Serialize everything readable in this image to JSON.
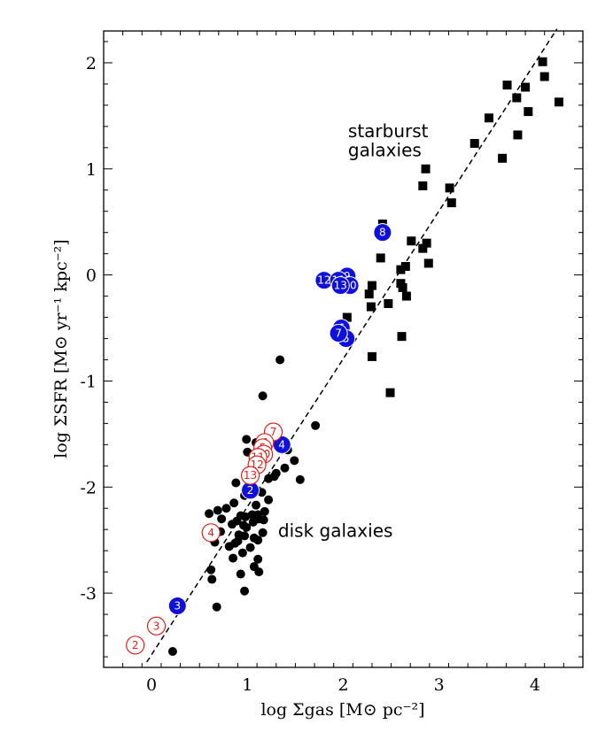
{
  "chart_data": {
    "type": "scatter",
    "title": "",
    "xlabel": "log Σgas [M⊙ pc⁻²]",
    "ylabel": "log ΣSFR [M⊙ yr⁻¹ kpc⁻²]",
    "xlim": [
      -0.5,
      4.5
    ],
    "ylim": [
      -3.7,
      2.3
    ],
    "x_ticks": [
      0,
      1,
      2,
      3,
      4
    ],
    "y_ticks": [
      -3,
      -2,
      -1,
      0,
      1,
      2
    ],
    "x_tick_labels": [
      "0",
      "1",
      "2",
      "3",
      "4"
    ],
    "y_tick_labels": [
      "-3",
      "-2",
      "-1",
      "0",
      "1",
      "2"
    ],
    "grid": false,
    "annotations": [
      {
        "text": "starburst",
        "x": 2.05,
        "y": 1.3
      },
      {
        "text": "galaxies",
        "x": 2.05,
        "y": 1.12
      },
      {
        "text": "disk galaxies",
        "x": 1.32,
        "y": -2.47
      }
    ],
    "fit_line": {
      "style": "dashed",
      "x": [
        -0.05,
        4.23
      ],
      "y": [
        -3.65,
        2.32
      ]
    },
    "series": [
      {
        "marker": "filled-square",
        "color": "#000000",
        "points": [
          [
            4.08,
            2.01
          ],
          [
            4.1,
            1.87
          ],
          [
            4.25,
            1.63
          ],
          [
            3.71,
            1.79
          ],
          [
            3.9,
            1.77
          ],
          [
            3.81,
            1.67
          ],
          [
            3.93,
            1.54
          ],
          [
            3.52,
            1.48
          ],
          [
            3.82,
            1.32
          ],
          [
            3.37,
            1.24
          ],
          [
            3.66,
            1.1
          ],
          [
            2.86,
            1.0
          ],
          [
            2.83,
            0.84
          ],
          [
            3.11,
            0.82
          ],
          [
            3.13,
            0.68
          ],
          [
            2.41,
            0.48
          ],
          [
            2.71,
            0.32
          ],
          [
            2.87,
            0.3
          ],
          [
            2.83,
            0.25
          ],
          [
            2.39,
            0.16
          ],
          [
            2.89,
            0.11
          ],
          [
            2.65,
            0.08
          ],
          [
            2.6,
            0.05
          ],
          [
            2.3,
            -0.1
          ],
          [
            2.6,
            -0.08
          ],
          [
            2.27,
            -0.18
          ],
          [
            2.62,
            -0.12
          ],
          [
            2.66,
            -0.2
          ],
          [
            2.47,
            -0.27
          ],
          [
            2.29,
            -0.3
          ],
          [
            2.04,
            -0.4
          ],
          [
            2.61,
            -0.58
          ],
          [
            2.3,
            -0.77
          ],
          [
            2.49,
            -1.11
          ]
        ]
      },
      {
        "marker": "filled-circle",
        "color": "#000000",
        "points": [
          [
            1.34,
            -0.8
          ],
          [
            1.16,
            -1.14
          ],
          [
            1.71,
            -1.42
          ],
          [
            0.99,
            -1.55
          ],
          [
            1.09,
            -1.58
          ],
          [
            1.42,
            -1.65
          ],
          [
            1.0,
            -1.67
          ],
          [
            1.49,
            -1.75
          ],
          [
            1.39,
            -1.82
          ],
          [
            1.3,
            -1.87
          ],
          [
            1.28,
            -1.9
          ],
          [
            1.22,
            -1.92
          ],
          [
            1.55,
            -1.93
          ],
          [
            0.88,
            -1.96
          ],
          [
            1.05,
            -1.99
          ],
          [
            1.15,
            -2.05
          ],
          [
            0.97,
            -2.08
          ],
          [
            1.22,
            -2.12
          ],
          [
            0.86,
            -2.15
          ],
          [
            1.09,
            -2.17
          ],
          [
            0.78,
            -2.2
          ],
          [
            0.69,
            -2.22
          ],
          [
            1.18,
            -2.23
          ],
          [
            0.6,
            -2.25
          ],
          [
            1.05,
            -2.26
          ],
          [
            1.11,
            -2.26
          ],
          [
            0.93,
            -2.27
          ],
          [
            0.98,
            -2.28
          ],
          [
            1.12,
            -2.3
          ],
          [
            0.73,
            -2.3
          ],
          [
            1.17,
            -2.31
          ],
          [
            0.89,
            -2.32
          ],
          [
            1.06,
            -2.33
          ],
          [
            0.84,
            -2.35
          ],
          [
            0.96,
            -2.36
          ],
          [
            0.99,
            -2.38
          ],
          [
            0.72,
            -2.42
          ],
          [
            1.16,
            -2.43
          ],
          [
            0.91,
            -2.45
          ],
          [
            0.97,
            -2.46
          ],
          [
            1.07,
            -2.48
          ],
          [
            0.64,
            -2.49
          ],
          [
            1.11,
            -2.5
          ],
          [
            0.9,
            -2.51
          ],
          [
            0.66,
            -2.52
          ],
          [
            0.87,
            -2.53
          ],
          [
            0.81,
            -2.56
          ],
          [
            1.03,
            -2.57
          ],
          [
            0.95,
            -2.62
          ],
          [
            0.85,
            -2.67
          ],
          [
            1.11,
            -2.68
          ],
          [
            1.07,
            -2.75
          ],
          [
            0.62,
            -2.78
          ],
          [
            1.12,
            -2.8
          ],
          [
            0.93,
            -2.82
          ],
          [
            0.63,
            -2.87
          ],
          [
            0.97,
            -2.98
          ],
          [
            0.68,
            -3.13
          ],
          [
            0.22,
            -3.55
          ]
        ]
      },
      {
        "marker": "filled-circle-labeled",
        "color": "#1010dd",
        "points": [
          {
            "x": 2.41,
            "y": 0.4,
            "label": "8"
          },
          {
            "x": 2.04,
            "y": -0.01,
            "label": "9"
          },
          {
            "x": 1.8,
            "y": -0.05,
            "label": "12"
          },
          {
            "x": 1.95,
            "y": -0.05,
            "label": "11"
          },
          {
            "x": 2.07,
            "y": -0.1,
            "label": "10"
          },
          {
            "x": 1.97,
            "y": -0.1,
            "label": "13"
          },
          {
            "x": 1.98,
            "y": -0.5,
            "label": "6"
          },
          {
            "x": 2.03,
            "y": -0.6,
            "label": "5"
          },
          {
            "x": 1.95,
            "y": -0.55,
            "label": "7"
          },
          {
            "x": 1.36,
            "y": -1.6,
            "label": "4"
          },
          {
            "x": 1.03,
            "y": -2.03,
            "label": "2"
          },
          {
            "x": 0.27,
            "y": -3.12,
            "label": "3"
          }
        ]
      },
      {
        "marker": "open-circle-labeled",
        "color": "#e0201a",
        "points": [
          {
            "x": 1.27,
            "y": -1.48,
            "label": "7"
          },
          {
            "x": 1.18,
            "y": -1.58,
            "label": "6"
          },
          {
            "x": 1.16,
            "y": -1.63,
            "label": "5"
          },
          {
            "x": 1.17,
            "y": -1.69,
            "label": "10"
          },
          {
            "x": 1.11,
            "y": -1.72,
            "label": "11"
          },
          {
            "x": 1.1,
            "y": -1.79,
            "label": "12"
          },
          {
            "x": 1.03,
            "y": -1.89,
            "label": "13"
          },
          {
            "x": 0.62,
            "y": -2.43,
            "label": "4"
          },
          {
            "x": 0.05,
            "y": -3.31,
            "label": "3"
          },
          {
            "x": -0.17,
            "y": -3.49,
            "label": "2"
          }
        ]
      }
    ]
  }
}
